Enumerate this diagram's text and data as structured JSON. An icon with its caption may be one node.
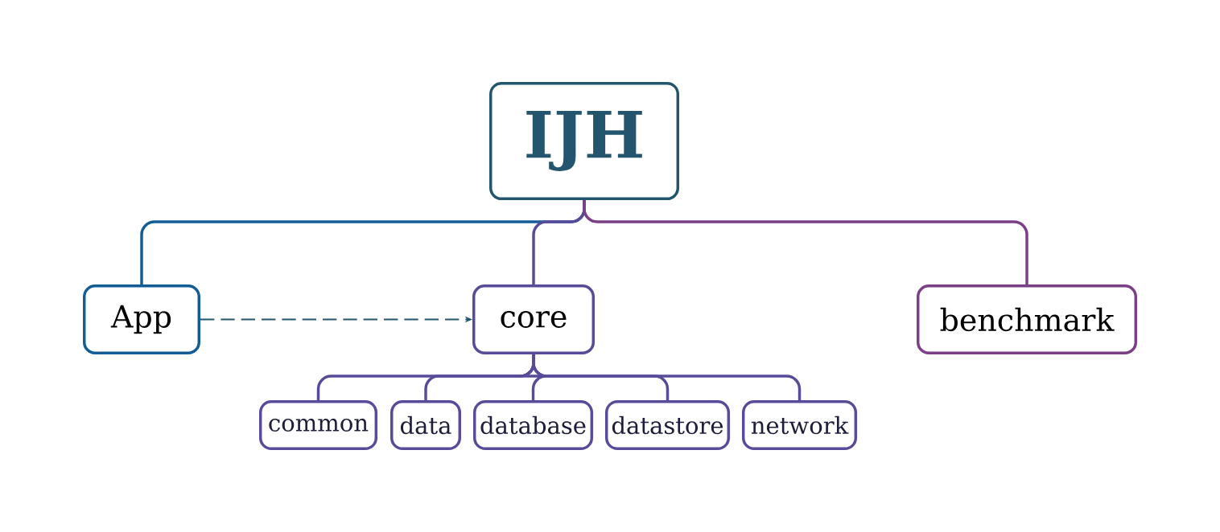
{
  "diagram": {
    "nodes": [
      {
        "text": [
          "IJH"
        ]
      },
      {
        "text": [
          "App"
        ]
      },
      {
        "text": [
          "core"
        ]
      },
      {
        "text": [
          "benchmark"
        ]
      },
      {
        "text": [
          "common"
        ]
      },
      {
        "text": [
          "data"
        ]
      },
      {
        "text": [
          "database"
        ]
      },
      {
        "text": [
          "datastore"
        ]
      },
      {
        "text": [
          "network"
        ]
      }
    ],
    "edges": [
      {
        "from": 0,
        "to": 1,
        "arrow": "none",
        "color": "#135d96"
      },
      {
        "from": 0,
        "to": 2,
        "arrow": "none"
      },
      {
        "from": 0,
        "to": 3,
        "arrow": "none",
        "color": "#7d3e88"
      },
      {
        "from": 1,
        "to": 2,
        "arrow": "to",
        "style": "dashed",
        "color": "#23566e"
      },
      {
        "from": 2,
        "to": 4,
        "arrow": "none"
      },
      {
        "from": 2,
        "to": 5,
        "arrow": "none"
      },
      {
        "from": 2,
        "to": 6,
        "arrow": "none"
      },
      {
        "from": 2,
        "to": 7,
        "arrow": "none"
      },
      {
        "from": 2,
        "to": 8,
        "arrow": "none"
      }
    ]
  }
}
